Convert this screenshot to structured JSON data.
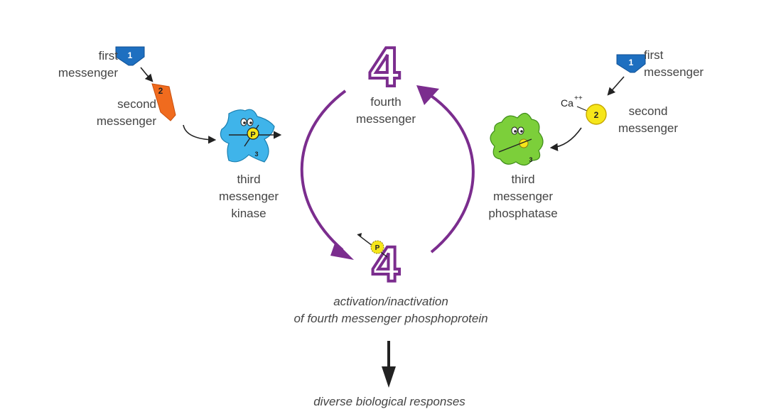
{
  "left": {
    "first_messenger": "first\nmessenger",
    "first_number": "1",
    "second_messenger": "second\nmessenger",
    "second_number": "2",
    "third_messenger": "third\nmessenger\nkinase",
    "third_number": "3",
    "phosphate": "P"
  },
  "right": {
    "first_messenger": "first\nmessenger",
    "first_number": "1",
    "calcium": "Ca",
    "calcium_charge": "++",
    "second_messenger": "second\nmessenger",
    "second_number": "2",
    "third_messenger": "third\nmessenger\nphosphatase",
    "third_number": "3"
  },
  "center": {
    "fourth_messenger": "fourth\nmessenger",
    "fourth_number": "4",
    "phosphate": "P",
    "activation_text": "activation/inactivation\nof fourth messenger phosphoprotein",
    "responses_text": "diverse biological responses"
  },
  "colors": {
    "purple": "#7b2d8e",
    "blue_marker": "#1e6fc0",
    "orange_marker": "#f06b1e",
    "kinase_blue": "#3fb4ea",
    "phosphatase_green": "#7ccf3a",
    "calcium_yellow": "#f6e61a"
  }
}
